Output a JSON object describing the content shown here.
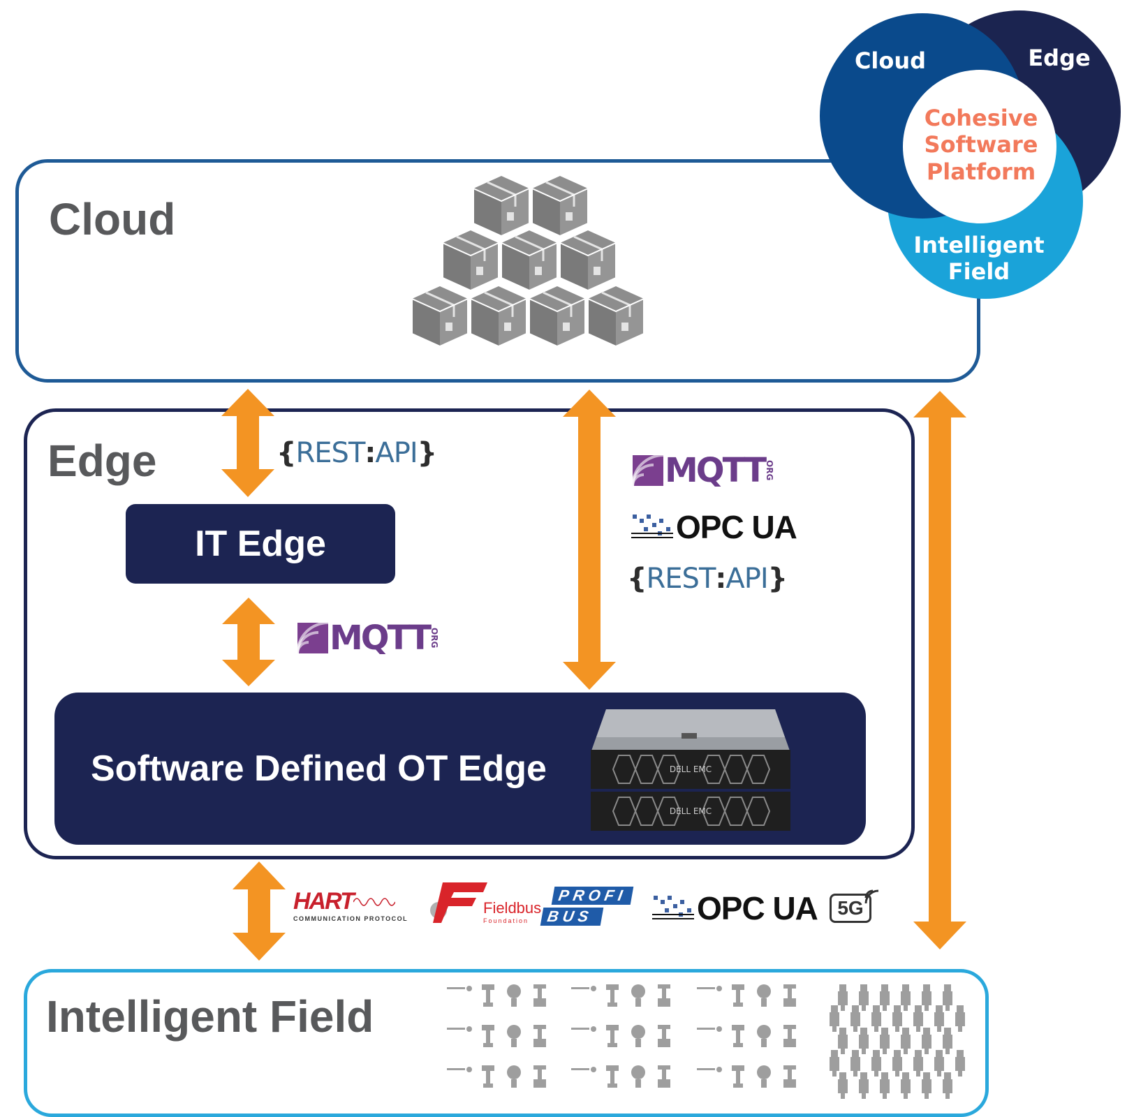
{
  "layers": {
    "cloud": {
      "title": "Cloud"
    },
    "edge": {
      "title": "Edge",
      "it_edge": "IT Edge",
      "ot_edge": "Software Defined OT Edge"
    },
    "field": {
      "title": "Intelligent Field"
    }
  },
  "venn": {
    "cloud": "Cloud",
    "edge": "Edge",
    "center": [
      "Cohesive",
      "Software",
      "Platform"
    ],
    "field": [
      "Intelligent",
      "Field"
    ]
  },
  "protocols": {
    "rest": {
      "open": "{",
      "rest": "REST",
      "colon": ":",
      "api": "API",
      "close": "}"
    },
    "mqtt": {
      "name": "MQTT",
      "suffix": "ORG"
    },
    "opcua": {
      "name": "OPC UA"
    },
    "hart": {
      "name": "HART",
      "sub": "COMMUNICATION PROTOCOL"
    },
    "fieldbus": {
      "name": "Fieldbus",
      "sub": "Foundation"
    },
    "profibus": {
      "top": "PROFI",
      "bottom": "BUS"
    },
    "fiveg": {
      "name": "5G"
    }
  },
  "server": {
    "brand": "DELL EMC"
  },
  "colors": {
    "arrow": "#f39423",
    "navy": "#1c2452",
    "cloud_border": "#1e5a96",
    "edge_border": "#1c2452",
    "field_border": "#2aa8dc",
    "heading": "#58595b",
    "venn_cloud": "#0a4a8c",
    "venn_edge": "#1b2450",
    "venn_field": "#1aa3d9",
    "venn_center_text": "#f2795b"
  }
}
